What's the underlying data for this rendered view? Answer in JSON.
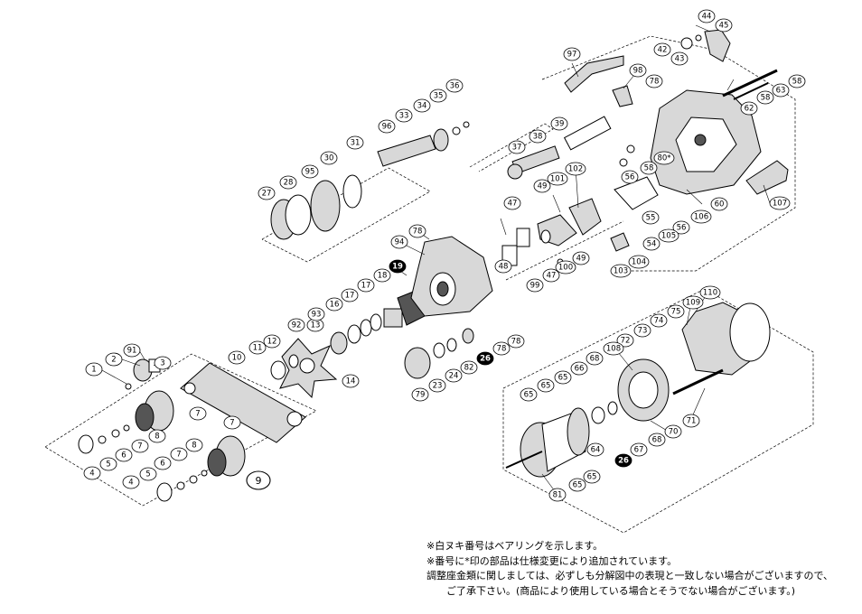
{
  "notes": {
    "line1": "※白ヌキ番号はベアリングを示します。",
    "line2": "※番号に*印の部品は仕様変更により追加されています。",
    "line3": "調整座金類に関しましては、必ずしも分解図中の表現と一致しない場合がございますので、",
    "line4": "ご了承下さい。(商品により使用している場合とそうでない場合がございます。)"
  },
  "labels": {
    "l1": "1",
    "l2": "2",
    "l91": "91",
    "l3": "3",
    "l4a": "4",
    "l5a": "5",
    "l6a": "6",
    "l7a": "7",
    "l8a": "8",
    "l4b": "4",
    "l5b": "5",
    "l6b": "6",
    "l7b": "7",
    "l8b": "8",
    "l7c": "7",
    "l7d": "7",
    "l9": "9",
    "l10": "10",
    "l11": "11",
    "l12": "12",
    "l92": "92",
    "l13": "13",
    "l14": "14",
    "l93": "93",
    "l16": "16",
    "l17a": "17",
    "l17b": "17",
    "l18": "18",
    "l19": "19",
    "l94": "94",
    "l78a": "78",
    "l78b": "78",
    "l78c": "78",
    "l27": "27",
    "l28": "28",
    "l95": "95",
    "l30": "30",
    "l31": "31",
    "l96": "96",
    "l33": "33",
    "l34": "34",
    "l35": "35",
    "l36": "36",
    "l37": "37",
    "l38": "38",
    "l39": "39",
    "l47a": "47",
    "l47b": "47",
    "l48": "48",
    "l49a": "49",
    "l49b": "49",
    "l99": "99",
    "l100": "100",
    "l101": "101",
    "l102": "102",
    "l97": "97",
    "l98": "98",
    "l78d": "78",
    "l42": "42",
    "l43": "43",
    "l44": "44",
    "l45": "45",
    "l58a": "58",
    "l58b": "58",
    "l58c": "58",
    "l62": "62",
    "l63": "63",
    "l80": "80*",
    "l56a": "56",
    "l56b": "56",
    "l55": "55",
    "l107": "107",
    "l60": "60",
    "l106": "106",
    "l105": "105",
    "l54": "54",
    "l103": "103",
    "l104": "104",
    "l79": "79",
    "l23": "23",
    "l24": "24",
    "l82": "82",
    "l26a": "26",
    "l110": "110",
    "l109": "109",
    "l74": "74",
    "l75": "75",
    "l73": "73",
    "l72": "72",
    "l108": "108",
    "l68a": "68",
    "l68b": "68",
    "l65a": "65",
    "l65b": "65",
    "l65c": "65",
    "l65d": "65",
    "l65e": "65",
    "l66": "66",
    "l64": "64",
    "l67": "67",
    "l26b": "26",
    "l70": "70",
    "l71": "71",
    "l81": "81"
  }
}
